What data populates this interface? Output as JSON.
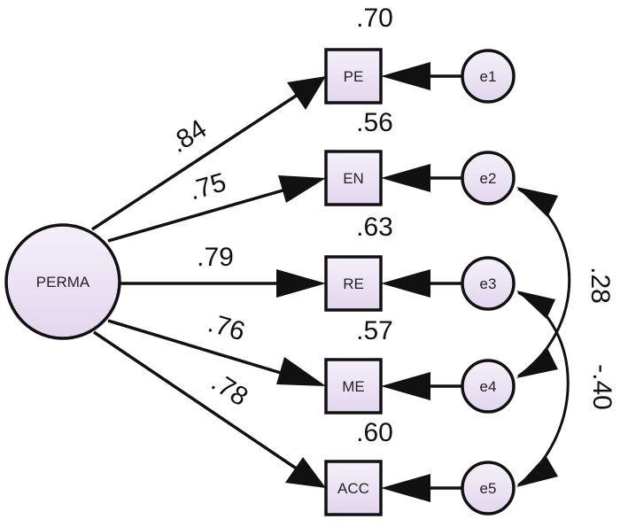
{
  "latent": {
    "label": "PERMA"
  },
  "indicators": [
    {
      "id": "pe",
      "label": "PE",
      "r2": ".70",
      "loading": ".84"
    },
    {
      "id": "en",
      "label": "EN",
      "r2": ".56",
      "loading": ".75"
    },
    {
      "id": "re",
      "label": "RE",
      "r2": ".63",
      "loading": ".79"
    },
    {
      "id": "me",
      "label": "ME",
      "r2": ".57",
      "loading": ".76"
    },
    {
      "id": "acc",
      "label": "ACC",
      "r2": ".60",
      "loading": ".78"
    }
  ],
  "errors": [
    {
      "id": "e1",
      "label": "e1"
    },
    {
      "id": "e2",
      "label": "e2"
    },
    {
      "id": "e3",
      "label": "e3"
    },
    {
      "id": "e4",
      "label": "e4"
    },
    {
      "id": "e5",
      "label": "e5"
    }
  ],
  "covariances": [
    {
      "from": "e2",
      "to": "e4",
      "value": ".28"
    },
    {
      "from": "e3",
      "to": "e5",
      "value": "-.40"
    }
  ],
  "colors": {
    "node_fill_top": "#f4f0f8",
    "node_fill_bottom": "#e2d6ee",
    "stroke": "#111111"
  }
}
